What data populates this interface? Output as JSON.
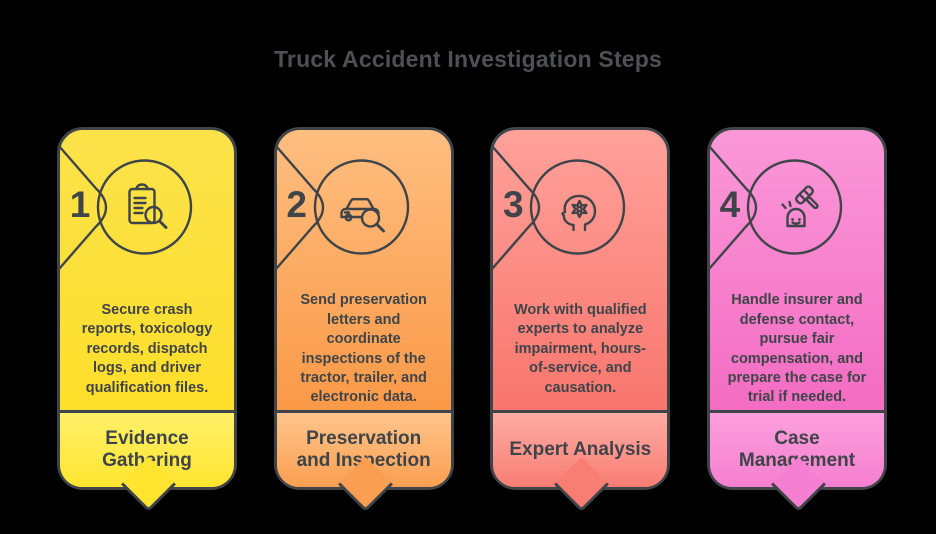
{
  "page": {
    "background": "#000000",
    "title": "Truck Accident Investigation Steps",
    "title_color": "#4D5055",
    "stroke_color": "#3F4449"
  },
  "steps": [
    {
      "number": "1",
      "icon": "clipboard-search-icon",
      "description": "Secure crash reports, toxicology records, dispatch logs, and driver qualification files.",
      "label": "Evidence Gathering",
      "colors": {
        "desc_top": "#FBE24A",
        "desc_bottom": "#FFDE22",
        "title_top": "#FFF06A",
        "title_bottom": "#FFE52F"
      }
    },
    {
      "number": "2",
      "icon": "car-search-icon",
      "description": "Send preservation letters and coordinate inspections of the tractor, trailer, and electronic data.",
      "label": "Preservation and Inspection",
      "colors": {
        "desc_top": "#FFBE80",
        "desc_bottom": "#F88F38",
        "title_top": "#FFC58C",
        "title_bottom": "#FA9F51"
      }
    },
    {
      "number": "3",
      "icon": "head-gear-icon",
      "description": "Work with qualified experts to analyze impairment, hours-of-service, and causation.",
      "label": "Expert Analysis",
      "colors": {
        "desc_top": "#FFA19A",
        "desc_bottom": "#F66A61",
        "title_top": "#FFACA4",
        "title_bottom": "#F87E74"
      }
    },
    {
      "number": "4",
      "icon": "gavel-icon",
      "description": "Handle insurer and defense contact, pursue fair compensation, and prepare the case for trial if needed.",
      "label": "Case Management",
      "colors": {
        "desc_top": "#FB98D8",
        "desc_bottom": "#F160BD",
        "title_top": "#FC9FDC",
        "title_bottom": "#F57FD0"
      }
    }
  ]
}
